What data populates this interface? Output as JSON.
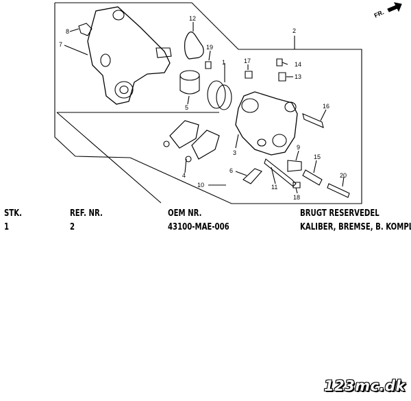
{
  "diagram": {
    "callouts": [
      "1",
      "2",
      "3",
      "4",
      "5",
      "6",
      "7",
      "8",
      "9",
      "10",
      "11",
      "12",
      "13",
      "14",
      "15",
      "16",
      "17",
      "18",
      "19",
      "20"
    ],
    "orientation_label": "FR."
  },
  "table": {
    "headers": [
      "STK.",
      "REF. NR.",
      "OEM NR.",
      "BRUGT RESERVEDEL"
    ],
    "rows": [
      [
        "1",
        "2",
        "43100-MAE-006",
        "KALIBER, BREMSE, B. KOMPLET"
      ]
    ]
  },
  "watermark": "123mc.dk"
}
